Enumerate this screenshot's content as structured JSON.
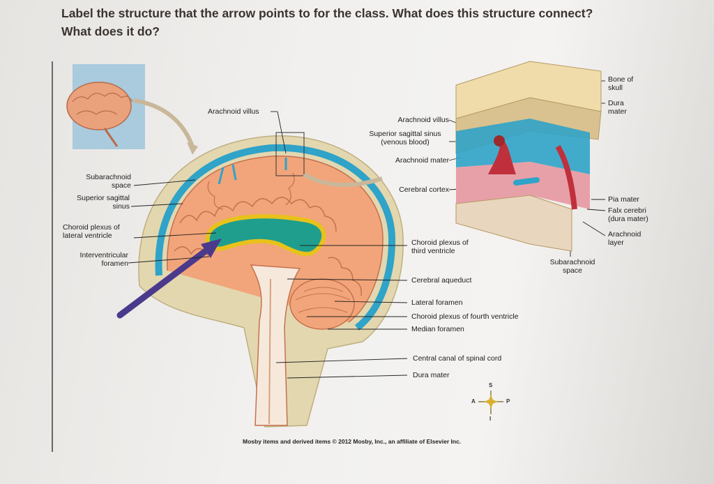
{
  "question": {
    "line1": "Label the structure that the arrow points to for the class. What does this structure connect?",
    "line2": "What does it do?"
  },
  "labels_left": {
    "subarachnoid_space": [
      "Subarachnoid",
      "space"
    ],
    "superior_sagittal_sinus": [
      "Superior sagittal",
      "sinus"
    ],
    "choroid_plexus_lateral": [
      "Choroid plexus of",
      "lateral ventricle"
    ],
    "interventricular_foramen": [
      "Interventricular",
      "foramen"
    ]
  },
  "labels_top": {
    "arachnoid_villus": "Arachnoid villus"
  },
  "labels_middle": {
    "arachnoid_villus": "Arachnoid villus",
    "superior_sagittal_sinus": [
      "Superior sagittal sinus",
      "(venous blood)"
    ],
    "arachnoid_mater": "Arachnoid mater",
    "cerebral_cortex": "Cerebral cortex"
  },
  "labels_right_lower": {
    "choroid_plexus_third": [
      "Choroid plexus of",
      "third ventricle"
    ],
    "cerebral_aqueduct": "Cerebral aqueduct",
    "lateral_foramen": "Lateral foramen",
    "choroid_plexus_fourth": "Choroid plexus of fourth ventricle",
    "median_foramen": "Median foramen",
    "central_canal": "Central canal of spinal cord",
    "dura_mater": "Dura mater"
  },
  "labels_inset": {
    "bone_of_skull": [
      "Bone of",
      "skull"
    ],
    "dura_mater": [
      "Dura",
      "mater"
    ],
    "pia_mater": "Pia mater",
    "falx_cerebri": [
      "Falx cerebri",
      "(dura mater)"
    ],
    "arachnoid_layer": [
      "Arachnoid",
      "layer"
    ],
    "subarachnoid_space": [
      "Subarachnoid",
      "space"
    ]
  },
  "compass": {
    "s": "S",
    "a": "A",
    "p": "P",
    "i": "I"
  },
  "credit": "Mosby items and derived items © 2012 Mosby, Inc., an affiliate of Elsevier Inc.",
  "colors": {
    "ventricle": "#1f9e8e",
    "choroid_outline": "#e8c21a",
    "csf_blue": "#2fa3c8",
    "brain": "#f2a57a",
    "pointer_arrow": "#4b3a8c"
  }
}
